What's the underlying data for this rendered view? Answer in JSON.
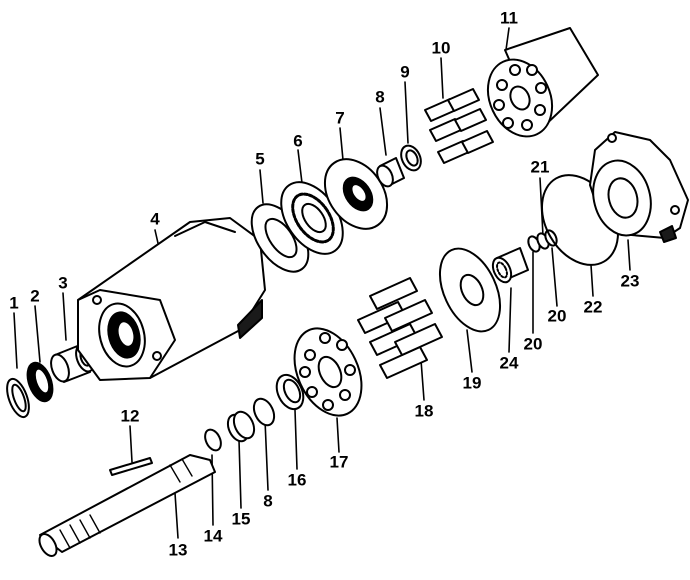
{
  "diagram": {
    "type": "exploded-parts-view",
    "colors": {
      "ink": "#000000",
      "paper": "#ffffff",
      "shade": "#1a1a1a"
    },
    "callouts": [
      {
        "id": "c1",
        "text": "1"
      },
      {
        "id": "c2",
        "text": "2"
      },
      {
        "id": "c3",
        "text": "3"
      },
      {
        "id": "c4",
        "text": "4"
      },
      {
        "id": "c5",
        "text": "5"
      },
      {
        "id": "c6",
        "text": "6"
      },
      {
        "id": "c7",
        "text": "7"
      },
      {
        "id": "c8a",
        "text": "8"
      },
      {
        "id": "c9",
        "text": "9"
      },
      {
        "id": "c10",
        "text": "10"
      },
      {
        "id": "c11",
        "text": "11"
      },
      {
        "id": "c12",
        "text": "12"
      },
      {
        "id": "c13",
        "text": "13"
      },
      {
        "id": "c14",
        "text": "14"
      },
      {
        "id": "c15",
        "text": "15"
      },
      {
        "id": "c8b",
        "text": "8"
      },
      {
        "id": "c16",
        "text": "16"
      },
      {
        "id": "c17",
        "text": "17"
      },
      {
        "id": "c18",
        "text": "18"
      },
      {
        "id": "c19",
        "text": "19"
      },
      {
        "id": "c24",
        "text": "24"
      },
      {
        "id": "c20a",
        "text": "20"
      },
      {
        "id": "c20b",
        "text": "20"
      },
      {
        "id": "c21",
        "text": "21"
      },
      {
        "id": "c22",
        "text": "22"
      },
      {
        "id": "c23",
        "text": "23"
      }
    ]
  }
}
